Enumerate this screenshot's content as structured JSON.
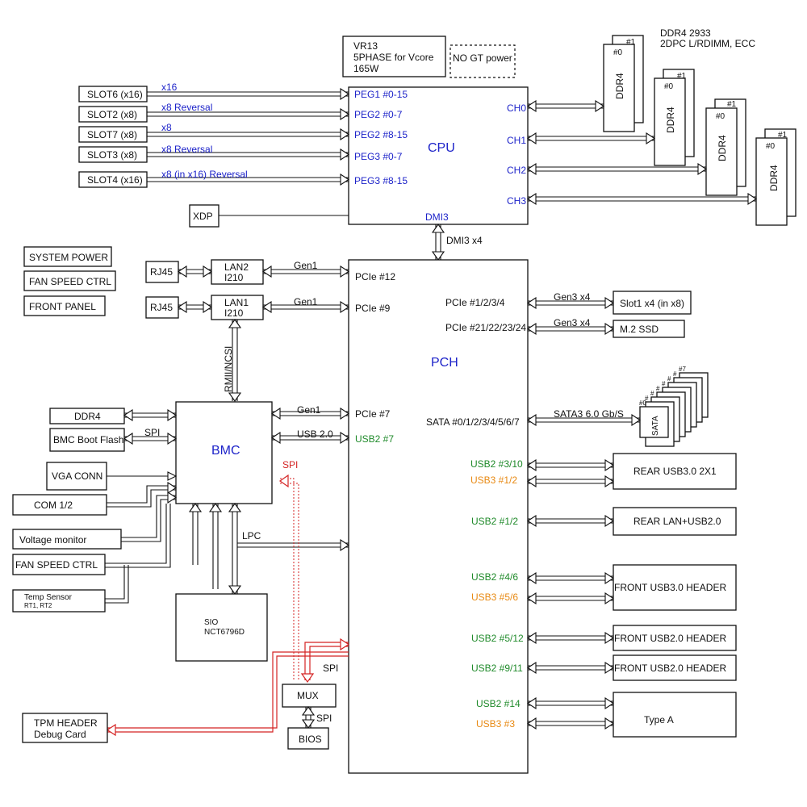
{
  "vr": {
    "line1": "VR13",
    "line2": "5PHASE for Vcore",
    "line3": "165W"
  },
  "no_gt": "NO GT power",
  "ddr_spec": {
    "line1": "DDR4 2933",
    "line2": "2DPC L/RDIMM, ECC"
  },
  "dimm": {
    "label": "DDR4",
    "slot0": "#0",
    "slot1": "#1"
  },
  "cpu": {
    "title": "CPU",
    "ports": [
      "PEG1 #0-15",
      "PEG2 #0-7",
      "PEG2 #8-15",
      "PEG3 #0-7",
      "PEG3 #8-15"
    ],
    "channels": [
      "CH0",
      "CH1",
      "CH2",
      "CH3"
    ],
    "dmi": "DMI3"
  },
  "slots": [
    {
      "name": "SLOT6 (x16)",
      "link": "x16"
    },
    {
      "name": "SLOT2 (x8)",
      "link": "x8 Reversal"
    },
    {
      "name": "SLOT7 (x8)",
      "link": "x8"
    },
    {
      "name": "SLOT3 (x8)",
      "link": "x8 Reversal"
    },
    {
      "name": "SLOT4 (x16)",
      "link": "x8 (in x16) Reversal"
    }
  ],
  "xdp": "XDP",
  "dmi_link": "DMI3 x4",
  "left_boxes": [
    "SYSTEM POWER",
    "FAN SPEED CTRL",
    "FRONT PANEL"
  ],
  "lan": [
    {
      "rj45": "RJ45",
      "line1": "LAN2",
      "line2": "I210",
      "link": "Gen1",
      "port": "PCIe #12"
    },
    {
      "rj45": "RJ45",
      "line1": "LAN1",
      "line2": "I210",
      "link": "Gen1",
      "port": "PCIe #9"
    }
  ],
  "rmii": "RMII/NCSI",
  "pch": {
    "title": "PCH",
    "pcie_ports": [
      "PCIe #1/2/3/4",
      "PCIe #21/22/23/24"
    ],
    "sata_port": "SATA #0/1/2/3/4/5/6/7",
    "bmc_pcie": "PCIe #7",
    "bmc_usb": "USB2 #7",
    "usb_ports": [
      {
        "g": "USB2 #3/10",
        "o": "USB3 #1/2"
      },
      {
        "g": "USB2 #1/2",
        "o": ""
      },
      {
        "g": "USB2 #4/6",
        "o": "USB3 #5/6"
      },
      {
        "g": "USB2 #5/12",
        "o": ""
      },
      {
        "g": "USB2 #9/11",
        "o": ""
      },
      {
        "g": "USB2 #14",
        "o": "USB3 #3"
      }
    ]
  },
  "pch_links": {
    "slot1": "Gen3 x4",
    "m2": "Gen3 x4",
    "sata": "SATA3 6.0 Gb/S"
  },
  "right_dev": {
    "slot1": "Slot1 x4 (in x8)",
    "m2": "M.2 SSD"
  },
  "sata_drive": {
    "label": "SATA",
    "first": "#0",
    "last": "#7"
  },
  "usb_dev": [
    "REAR USB3.0 2X1",
    "REAR LAN+USB2.0",
    "FRONT USB3.0 HEADER",
    "FRONT USB2.0 HEADER",
    "FRONT USB2.0 HEADER",
    "Type A"
  ],
  "bmc": {
    "title": "BMC",
    "gen1": "Gen1",
    "usb": "USB 2.0",
    "spi": "SPI"
  },
  "bmc_left": [
    "DDR4",
    "BMC Boot Flash",
    "VGA CONN",
    "COM 1/2",
    "Voltage monitor",
    "FAN SPEED CTRL"
  ],
  "bmc_spi": "SPI",
  "temp": {
    "line1": "Temp Sensor",
    "line2": "RT1,   RT2"
  },
  "lpc": "LPC",
  "sio": {
    "line1": "SIO",
    "line2": "NCT6796D"
  },
  "mux": "MUX",
  "bios": "BIOS",
  "spi_labels": [
    "SPI",
    "SPI"
  ],
  "tpm": {
    "line1": "TPM HEADER",
    "line2": "Debug Card"
  }
}
